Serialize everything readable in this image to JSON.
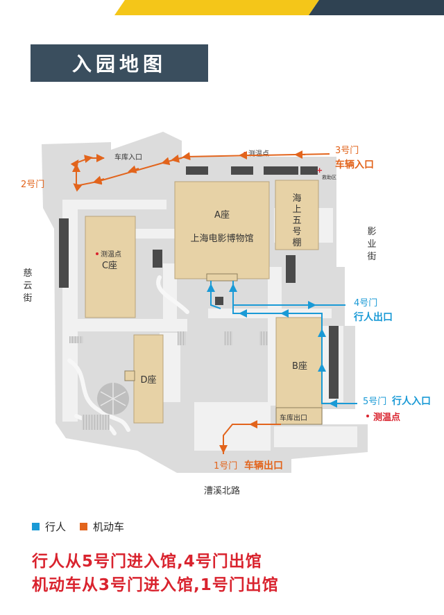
{
  "page": {
    "title": "入园地图",
    "colors": {
      "header_bg": "#3a4e5e",
      "stripe_yellow": "#f4c619",
      "stripe_dark": "#2f4252",
      "pedestrian": "#1a9ad6",
      "vehicle": "#e2641c",
      "alert": "#d9232e",
      "map_ground": "#dcdcdc",
      "map_road": "#f1f1f1",
      "building": "#e7d2a6"
    }
  },
  "map": {
    "buildings": {
      "a_zone": "A座",
      "a_name": "上海电影博物馆",
      "b": "B座",
      "c": "C座",
      "d": "D座",
      "hai": [
        "海",
        "上",
        "五",
        "号",
        "棚"
      ]
    },
    "labels": {
      "garage_entry": "车库入口",
      "garage_exit": "车库出口",
      "temp_check_top": "测温点",
      "temp_check_c": "测温点",
      "aid": "救助区",
      "street_left": [
        "慈",
        "云",
        "街"
      ],
      "street_right": [
        "影",
        "业",
        "街"
      ],
      "road_bottom": "漕溪北路"
    },
    "gates": {
      "gate2": "2号门",
      "gate3_num": "3号门",
      "gate3_desc": "车辆入口",
      "gate4_num": "4号门",
      "gate4_desc": "行人出口",
      "gate5_num": "5号门",
      "gate5_desc": "行人入口",
      "gate5_temp": "测温点",
      "gate1_num": "1号门",
      "gate1_desc": "车辆出口"
    }
  },
  "legend": [
    {
      "label": "行人",
      "color": "#1a9ad6"
    },
    {
      "label": "机动车",
      "color": "#e2641c"
    }
  ],
  "rules": [
    "行人从5号门进入馆,4号门出馆",
    "机动车从3号门进入馆,1号门出馆"
  ]
}
